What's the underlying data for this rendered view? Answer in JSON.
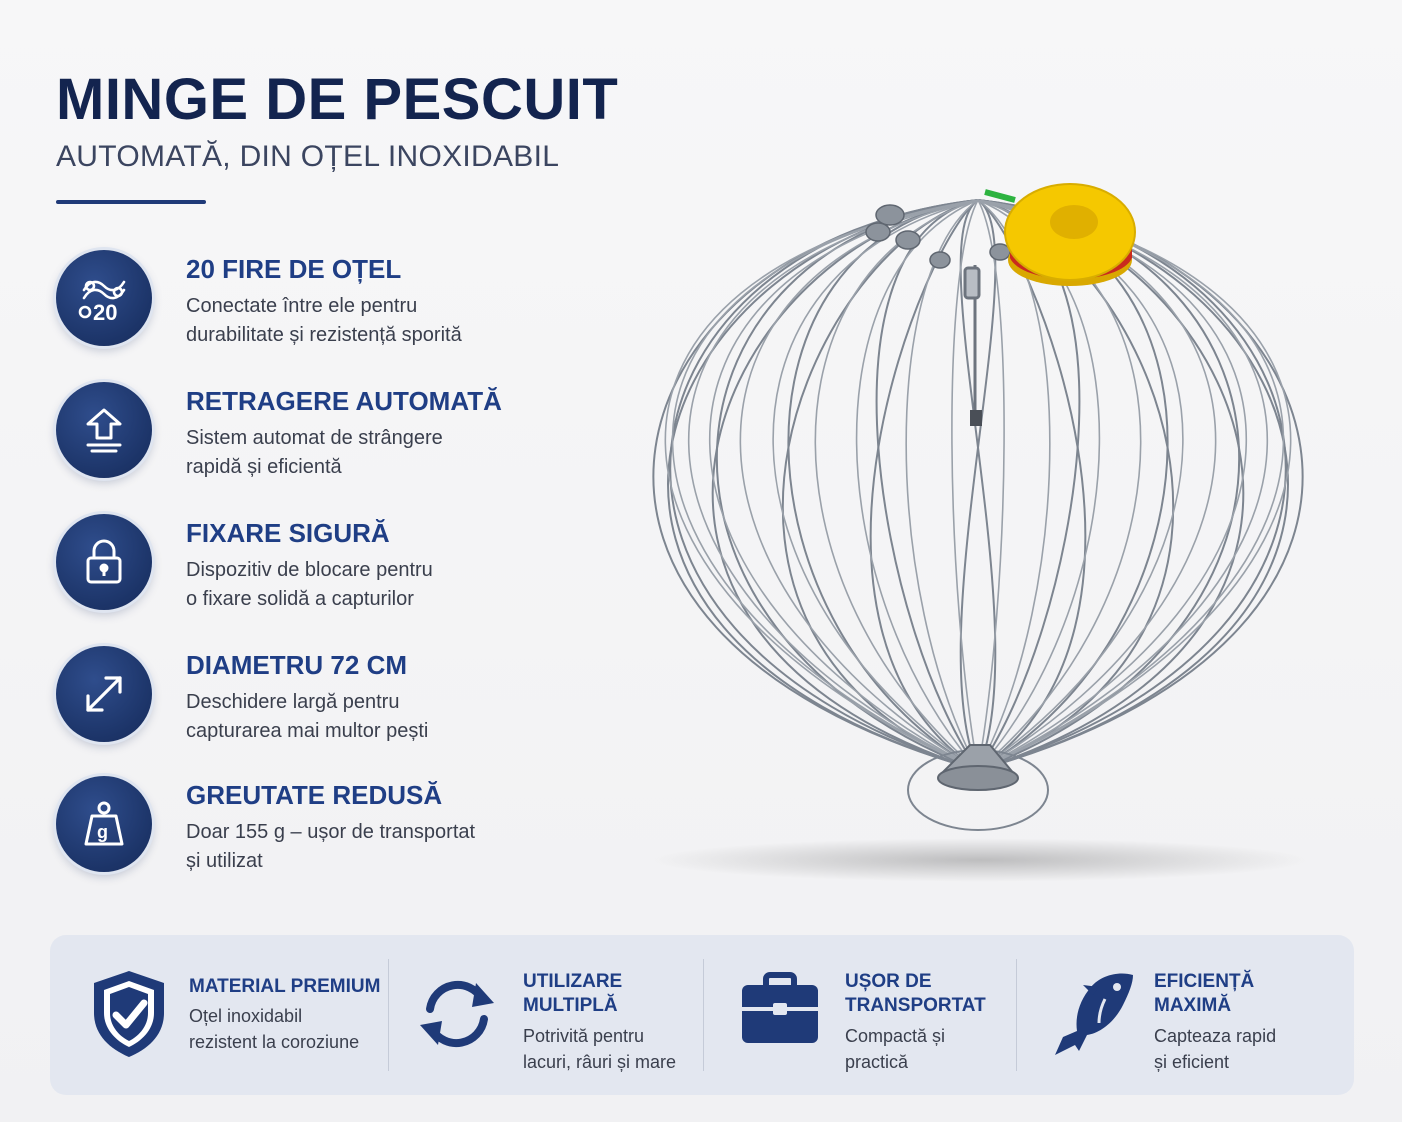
{
  "header": {
    "title": "MINGE DE PESCUIT",
    "subtitle": "AUTOMATĂ, DIN OȚEL INOXIDABIL"
  },
  "features": [
    {
      "icon": "wire-20-icon",
      "title": "20 FIRE DE OȚEL",
      "line1": "Conectate între ele pentru",
      "line2": "durabilitate și rezistență  sporită"
    },
    {
      "icon": "upload-arrow-icon",
      "title": "RETRAGERE AUTOMATĂ",
      "line1": "Sistem automat de strângere",
      "line2": "rapidă și eficientă"
    },
    {
      "icon": "padlock-icon",
      "title": "FIXARE SIGURĂ",
      "line1": "Dispozitiv de blocare pentru",
      "line2": "o fixare solidă a capturilor"
    },
    {
      "icon": "expand-diagonal-icon",
      "title": "DIAMETRU 72 CM",
      "line1": "Deschidere largă pentru",
      "line2": "capturarea mai multor pești"
    },
    {
      "icon": "weight-icon",
      "title": "GREUTATE REDUSĂ",
      "line1": "Doar 155 g – ușor de transportat",
      "line2": "și utilizat"
    }
  ],
  "weight_icon_label": "g",
  "wire_icon_label": "20",
  "benefits": [
    {
      "icon": "shield-check-icon",
      "title1": "MATERIAL PREMIUM",
      "title2": "",
      "line1": "Oțel inoxidabil",
      "line2": "rezistent la coroziune"
    },
    {
      "icon": "refresh-icon",
      "title1": "UTILIZARE",
      "title2": "MULTIPLĂ",
      "line1": "Potrivită pentru",
      "line2": "lacuri, râuri și mare"
    },
    {
      "icon": "briefcase-icon",
      "title1": "UȘOR DE",
      "title2": "TRANSPORTAT",
      "line1": "Compactă și",
      "line2": "practică"
    },
    {
      "icon": "fish-icon",
      "title1": "EFICIENȚĂ",
      "title2": "MAXIMĂ",
      "line1": "Capteaza rapid",
      "line2": "și eficient"
    }
  ],
  "colors": {
    "navy": "#1c3468",
    "accent_blue": "#1f3e85",
    "reel_yellow": "#f5c800"
  }
}
